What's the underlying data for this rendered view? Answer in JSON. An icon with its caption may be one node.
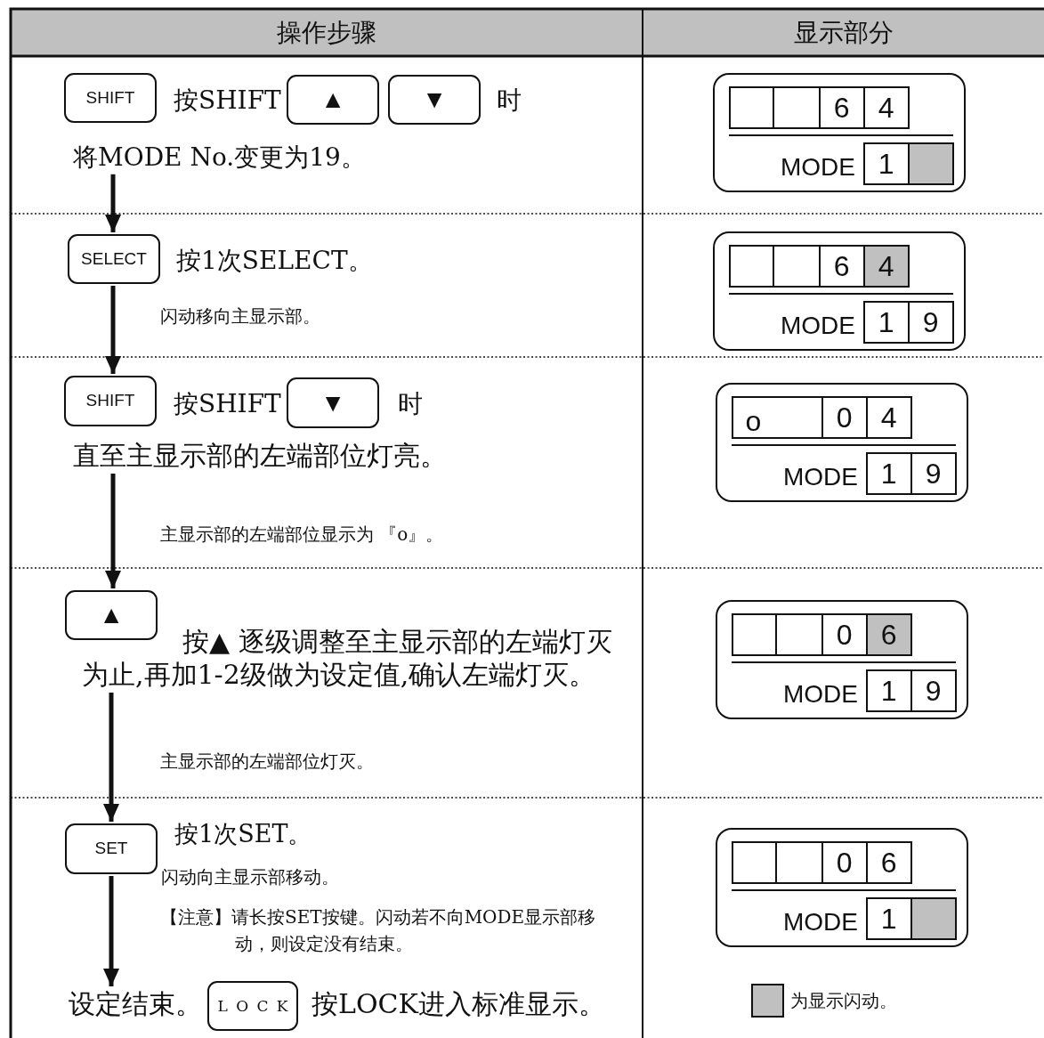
{
  "diagram": {
    "nodes": [
      {
        "text": [
          "SHIFT"
        ]
      },
      {
        "text": [
          "▲"
        ]
      },
      {
        "text": [
          "▼"
        ]
      },
      {
        "text": [
          "将MODE No.变更为19。"
        ]
      },
      {
        "text": [
          "SELECT"
        ]
      },
      {
        "text": [
          "SHIFT"
        ]
      },
      {
        "text": [
          "▼"
        ]
      },
      {
        "text": [
          "直至主显示部的左端部位灯亮。"
        ]
      },
      {
        "text": [
          "▲"
        ]
      },
      {
        "text": [
          "按▲ 逐级调整至主显示部的左端灯灭为止,再加1-2级做为设定值,确认左端灯灭。"
        ]
      },
      {
        "text": [
          "SET"
        ]
      },
      {
        "text": [
          "设定结束。"
        ]
      },
      {
        "text": [
          "LOCK"
        ]
      },
      {
        "text": [
          "MODE"
        ]
      },
      {
        "text": [],
        "shape": "box",
        "in": 13
      },
      {
        "text": [],
        "shape": "box",
        "in": 13
      },
      {
        "text": [
          "6"
        ],
        "in": 13
      },
      {
        "text": [
          "4"
        ],
        "in": 13
      },
      {
        "text": [
          "1"
        ],
        "in": 13
      },
      {
        "text": [],
        "shape": "box",
        "in": 13
      },
      {
        "text": [
          "MODE"
        ]
      },
      {
        "text": [],
        "shape": "box",
        "in": 20
      },
      {
        "text": [],
        "shape": "box",
        "in": 20
      },
      {
        "text": [
          "6"
        ],
        "in": 20
      },
      {
        "text": [
          "4"
        ],
        "in": 20
      },
      {
        "text": [
          "1"
        ],
        "in": 20
      },
      {
        "text": [
          "9"
        ],
        "in": 20
      },
      {
        "text": [
          "MODE"
        ]
      },
      {
        "text": [
          "o"
        ],
        "in": 27
      },
      {
        "text": [
          "0"
        ],
        "in": 27
      },
      {
        "text": [
          "4"
        ],
        "in": 27
      },
      {
        "text": [
          "1"
        ],
        "in": 27
      },
      {
        "text": [
          "9"
        ],
        "in": 27
      },
      {
        "text": [
          "MODE"
        ]
      },
      {
        "text": [],
        "shape": "box",
        "in": 33
      },
      {
        "text": [],
        "shape": "box",
        "in": 33
      },
      {
        "text": [
          "0"
        ],
        "in": 33
      },
      {
        "text": [
          "6"
        ],
        "in": 33
      },
      {
        "text": [
          "1"
        ],
        "in": 33
      },
      {
        "text": [
          "9"
        ],
        "in": 33
      },
      {
        "text": [
          "MODE"
        ]
      },
      {
        "text": [],
        "shape": "box",
        "in": 40
      },
      {
        "text": [],
        "shape": "box",
        "in": 40
      },
      {
        "text": [
          "0"
        ],
        "in": 40
      },
      {
        "text": [
          "6"
        ],
        "in": 40
      },
      {
        "text": [
          "1"
        ],
        "in": 40
      },
      {
        "text": [],
        "shape": "box",
        "in": 40
      }
    ],
    "edges": [
      {
        "from": 3,
        "to": 4,
        "arrow": "to"
      },
      {
        "from": 4,
        "to": 5,
        "arrow": "to",
        "label": "闪动移向主显示部。"
      },
      {
        "from": 7,
        "to": 8,
        "arrow": "to",
        "label": "主显示部的左端部位显示为 『o』。"
      },
      {
        "from": 9,
        "to": 10,
        "arrow": "to",
        "label": "主显示部的左端部位灯灭。"
      },
      {
        "from": 10,
        "to": 11,
        "arrow": "to"
      }
    ],
    "labels": [
      "操作步骤",
      "显示部分",
      "按SHIFT",
      "时",
      "按1次SELECT。",
      "按SHIFT",
      "时",
      "按1次SET。",
      "闪动向主显示部移动。",
      "【注意】请长按SET按键。闪动若不向MODE显示部移动，则设定没有结束。",
      "按LOCK进入标准显示。"
    ],
    "legend": [
      {
        "text": "为显示闪动。",
        "color": "#c0c0c0"
      }
    ]
  }
}
